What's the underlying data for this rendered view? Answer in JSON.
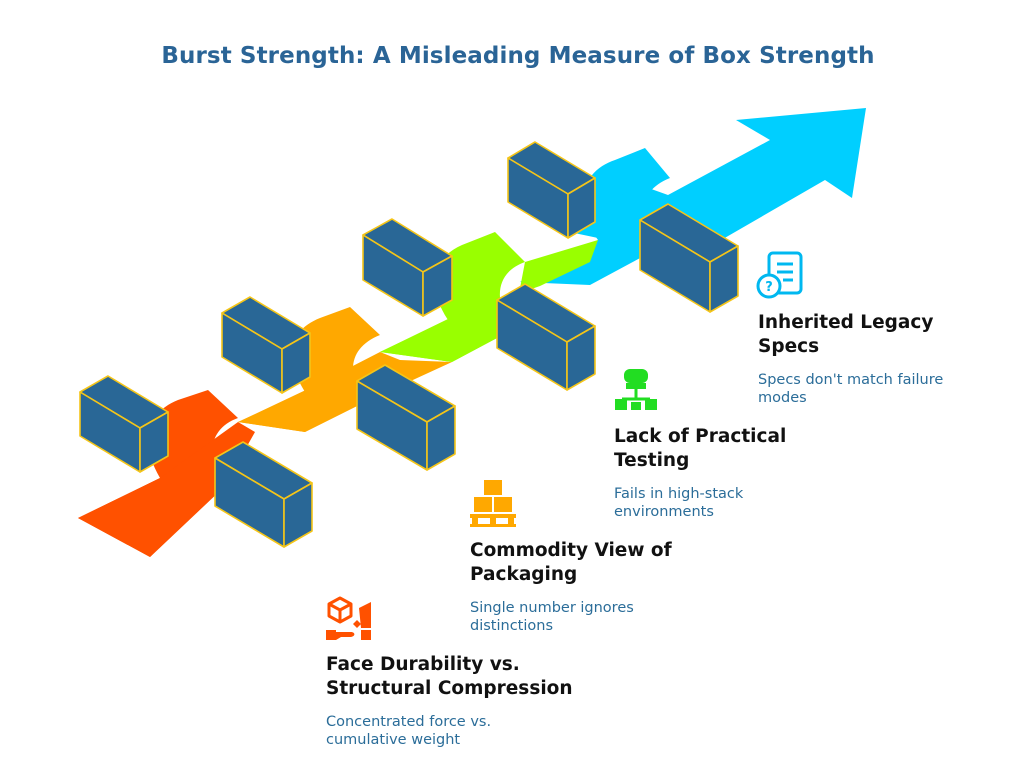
{
  "title": "Burst Strength: A Misleading Measure of Box Strength",
  "colors": {
    "title": "#2a6496",
    "box_face": "#296796",
    "box_edge": "#f5c518",
    "stage1": "#ff5100",
    "stage2": "#ffa800",
    "stage3": "#99ff00",
    "stage4": "#00cfff",
    "desc": "#2b6d99"
  },
  "stages": [
    {
      "title_line1": "Face Durability vs.",
      "title_line2": "Structural Compression",
      "desc_line1": "Concentrated force vs.",
      "desc_line2": "cumulative weight",
      "icon": "box-and-hand-icon"
    },
    {
      "title_line1": "Commodity View of",
      "title_line2": "Packaging",
      "desc_line1": "Single number ignores",
      "desc_line2": "distinctions",
      "icon": "stacked-boxes-pallet-icon"
    },
    {
      "title_line1": "Lack of Practical",
      "title_line2": "Testing",
      "desc_line1": "Fails in high-stack",
      "desc_line2": "environments",
      "icon": "test-tube-network-icon"
    },
    {
      "title_line1": "Inherited Legacy",
      "title_line2": "Specs",
      "desc_line1": "Specs don't match failure",
      "desc_line2": "modes",
      "icon": "document-question-icon"
    }
  ]
}
